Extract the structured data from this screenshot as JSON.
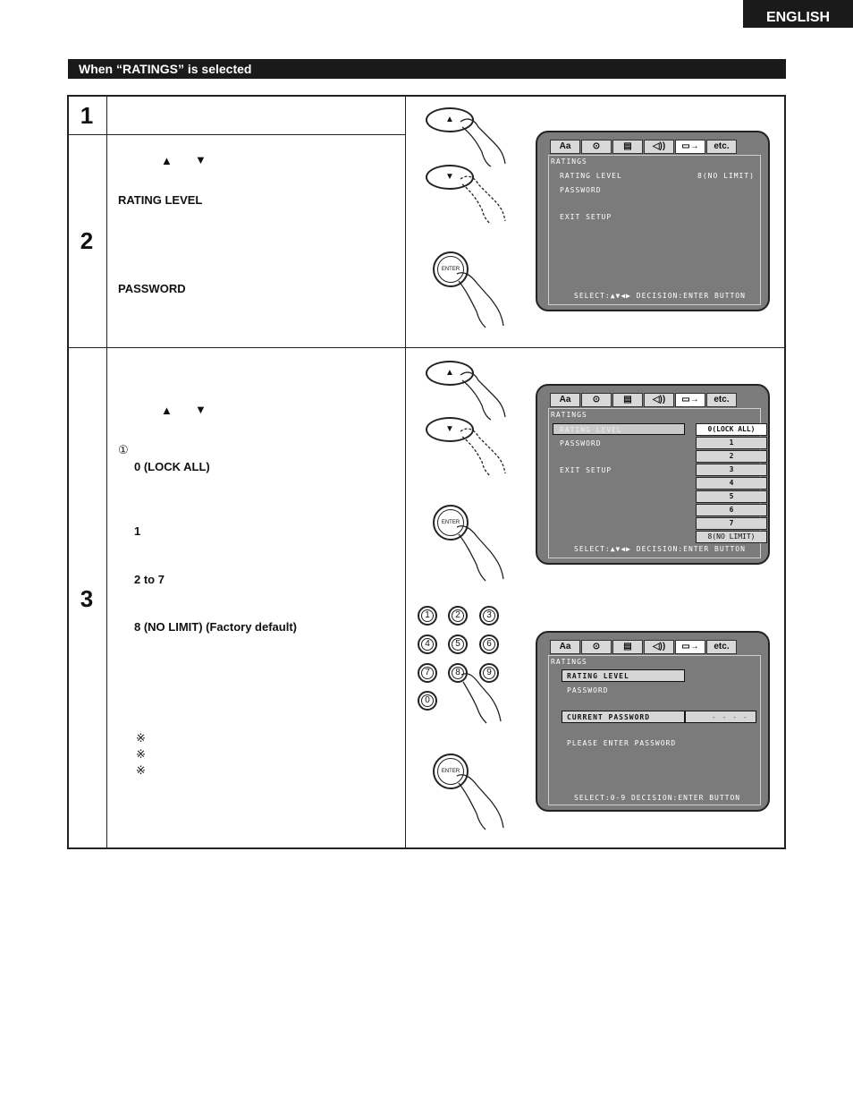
{
  "header": {
    "language": "ENGLISH"
  },
  "section_title": "When “RATINGS” is selected",
  "steps": {
    "s1": {
      "number": "1"
    },
    "s2": {
      "number": "2",
      "up": "▲",
      "down": "▼",
      "rating_level": "RATING LEVEL",
      "password": "PASSWORD"
    },
    "s3": {
      "number": "3",
      "up": "▲",
      "down": "▼",
      "circled_one": "①",
      "lock_all": "0 (LOCK ALL)",
      "one": "1",
      "two_to_seven": "2 to 7",
      "no_limit": "8 (NO LIMIT) (Factory default)",
      "notes": [
        "※",
        "※",
        "※"
      ]
    }
  },
  "tabs": [
    "Aa",
    "⊙",
    "▤",
    "◁))",
    "▭→",
    "etc."
  ],
  "screen1": {
    "title": "RATINGS",
    "rating_level": "RATING LEVEL",
    "rating_value": "8(NO LIMIT)",
    "password": "PASSWORD",
    "exit": "EXIT SETUP",
    "footer": "SELECT:▲▼◀▶ DECISION:ENTER BUTTON"
  },
  "screen2": {
    "title": "RATINGS",
    "rating_level": "RATING LEVEL",
    "password": "PASSWORD",
    "exit": "EXIT SETUP",
    "options": [
      "0(LOCK ALL)",
      "1",
      "2",
      "3",
      "4",
      "5",
      "6",
      "7",
      "8(NO LIMIT)"
    ],
    "footer": "SELECT:▲▼◀▶ DECISION:ENTER BUTTON"
  },
  "screen3": {
    "title": "RATINGS",
    "rating_level": "RATING LEVEL",
    "password": "PASSWORD",
    "current_password": "CURRENT PASSWORD",
    "current_value": "- - - -",
    "prompt": "PLEASE ENTER PASSWORD",
    "footer": "SELECT:0-9    DECISION:ENTER BUTTON"
  },
  "remote": {
    "up": "▲",
    "down": "▼",
    "enter": "ENTER",
    "numbers": [
      "1",
      "2",
      "3",
      "4",
      "5",
      "6",
      "7",
      "8",
      "9",
      "0"
    ]
  }
}
